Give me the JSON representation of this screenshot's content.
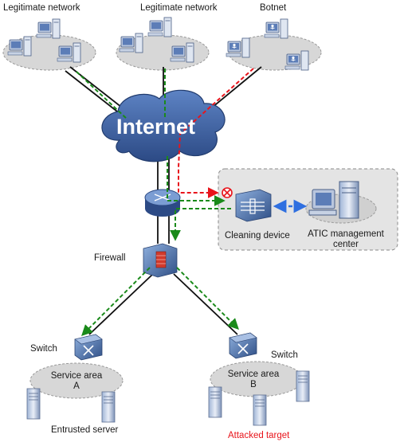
{
  "groups": {
    "legit_left": "Legitimate network",
    "legit_center": "Legitimate network",
    "botnet": "Botnet"
  },
  "internet": "Internet",
  "firewall": "Firewall",
  "cleaning_device": "Cleaning device",
  "atic": {
    "line1": "ATIC management",
    "line2": "center"
  },
  "switch_left": "Switch",
  "switch_right": "Switch",
  "area_a": {
    "line1": "Service area",
    "line2": "A"
  },
  "area_b": {
    "line1": "Service area",
    "line2": "B"
  },
  "entrusted_server": "Entrusted server",
  "attacked_target": "Attacked target",
  "colors": {
    "legit_flow": "#1a8a1a",
    "attack_flow": "#e8141b",
    "cleaned_flow": "#2f6fe0",
    "cloud_fill": "#d7d7d7",
    "device_blue": "#3d5f97",
    "internet_cloud": "#3a5ea0"
  },
  "icons": [
    "pc-icon",
    "zombie-pc-icon",
    "router-icon",
    "firewall-icon",
    "cleaning-device-icon",
    "switch-icon",
    "server-icon",
    "block-icon"
  ]
}
